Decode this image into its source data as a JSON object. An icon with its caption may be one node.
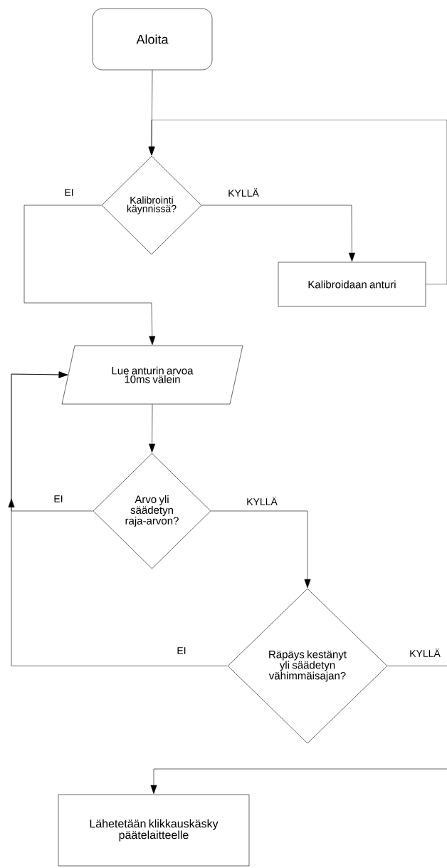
{
  "diagram": {
    "nodes": [
      {
        "text": [
          "Aloita"
        ]
      },
      {
        "text": [
          "Kalibrointi käynnissä?"
        ]
      },
      {
        "text": [
          "Kalibroidaan anturi"
        ]
      },
      {
        "text": [
          "Lue anturin arvoa 10ms välein"
        ]
      },
      {
        "text": [
          "Arvo yli säädetyn raja-arvon?"
        ]
      },
      {
        "text": [
          "Räpäys kestänyt yli säädetyn vähimmäisajan?"
        ]
      },
      {
        "text": [
          "Lähetetään klikkauskäsky päätelaitteelle"
        ]
      }
    ],
    "edges": [
      {
        "from": 0,
        "to": 1,
        "arrow": "to"
      },
      {
        "from": 1,
        "to": 2,
        "arrow": "to",
        "label": "KYLLÄ"
      },
      {
        "from": 2,
        "to": 1,
        "arrow": "to"
      },
      {
        "from": 1,
        "to": 3,
        "arrow": "to",
        "label": "EI"
      },
      {
        "from": 3,
        "to": 4,
        "arrow": "to"
      },
      {
        "from": 4,
        "to": 5,
        "arrow": "to",
        "label": "KYLLÄ"
      },
      {
        "from": 4,
        "to": 3,
        "arrow": "to",
        "label": "EI"
      },
      {
        "from": 5,
        "to": 3,
        "arrow": "to",
        "label": "EI"
      },
      {
        "from": 5,
        "to": null,
        "arrow": "none",
        "label": "KYLLÄ"
      },
      {
        "from": null,
        "to": 6,
        "arrow": "to"
      }
    ]
  }
}
